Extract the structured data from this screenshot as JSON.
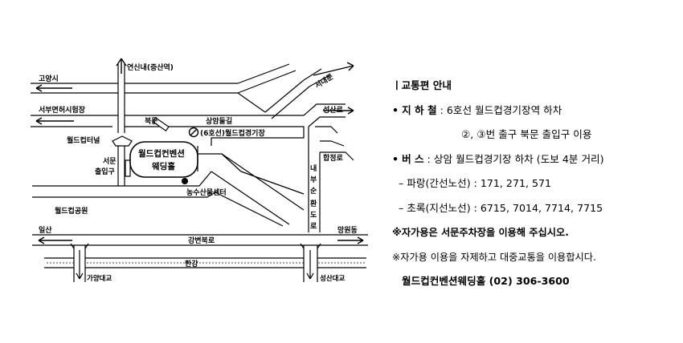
{
  "map": {
    "labels": {
      "yeonsinnae": "연신내(증산역)",
      "goyang": "고양시",
      "seobu_license": "서부면허시험장",
      "seodaemun": "서대문",
      "seongsan_ro": "성산로",
      "north_gate": "북문",
      "sangam_dulle": "상암둘길",
      "stadium_station": "(6호선)월드컵경기장",
      "world_cup_tunnel": "월드컵터널",
      "hapjeong_ro": "합정로",
      "venue_line1": "월드컵컨벤션",
      "venue_line2": "웨딩홀",
      "west_gate_1": "서문",
      "west_gate_2": "출입구",
      "agri_center": "농수산물센터",
      "naebu_sunhwan": [
        "내",
        "부",
        "순",
        "환",
        "도",
        "로"
      ],
      "world_cup_park": "월드컵공원",
      "mangwon": "망원동",
      "ilsan": "일산",
      "gangbyeon_bukro": "강변북로",
      "hangang": "한강",
      "gayang_bridge": "가양대교",
      "seongsan_bridge": "성산대교"
    }
  },
  "info": {
    "heading": "ㅣ교통편 안내",
    "subway_bullet": "•",
    "subway_label": "지 하 철",
    "subway_text": ": 6호선 월드컵경기장역 하차",
    "subway_exit": "②, ③번 출구 북문 출입구 이용",
    "bus_bullet": "•",
    "bus_label": "버 스",
    "bus_text": ": 상암 월드컵경기장 하차 (도보 4분 거리)",
    "blue_line": "– 파랑(간선노선) : 171, 271, 571",
    "green_line": "– 초록(지선노선) : 6715, 7014, 7714, 7715",
    "car_note": "※자가용은 서문주차장을 이용해 주십시오.",
    "transit_note": "※자가용 이용을 자제하고 대중교통을 이용합시다.",
    "contact": "월드컵컨벤션웨딩홀  (02) 306-3600"
  }
}
